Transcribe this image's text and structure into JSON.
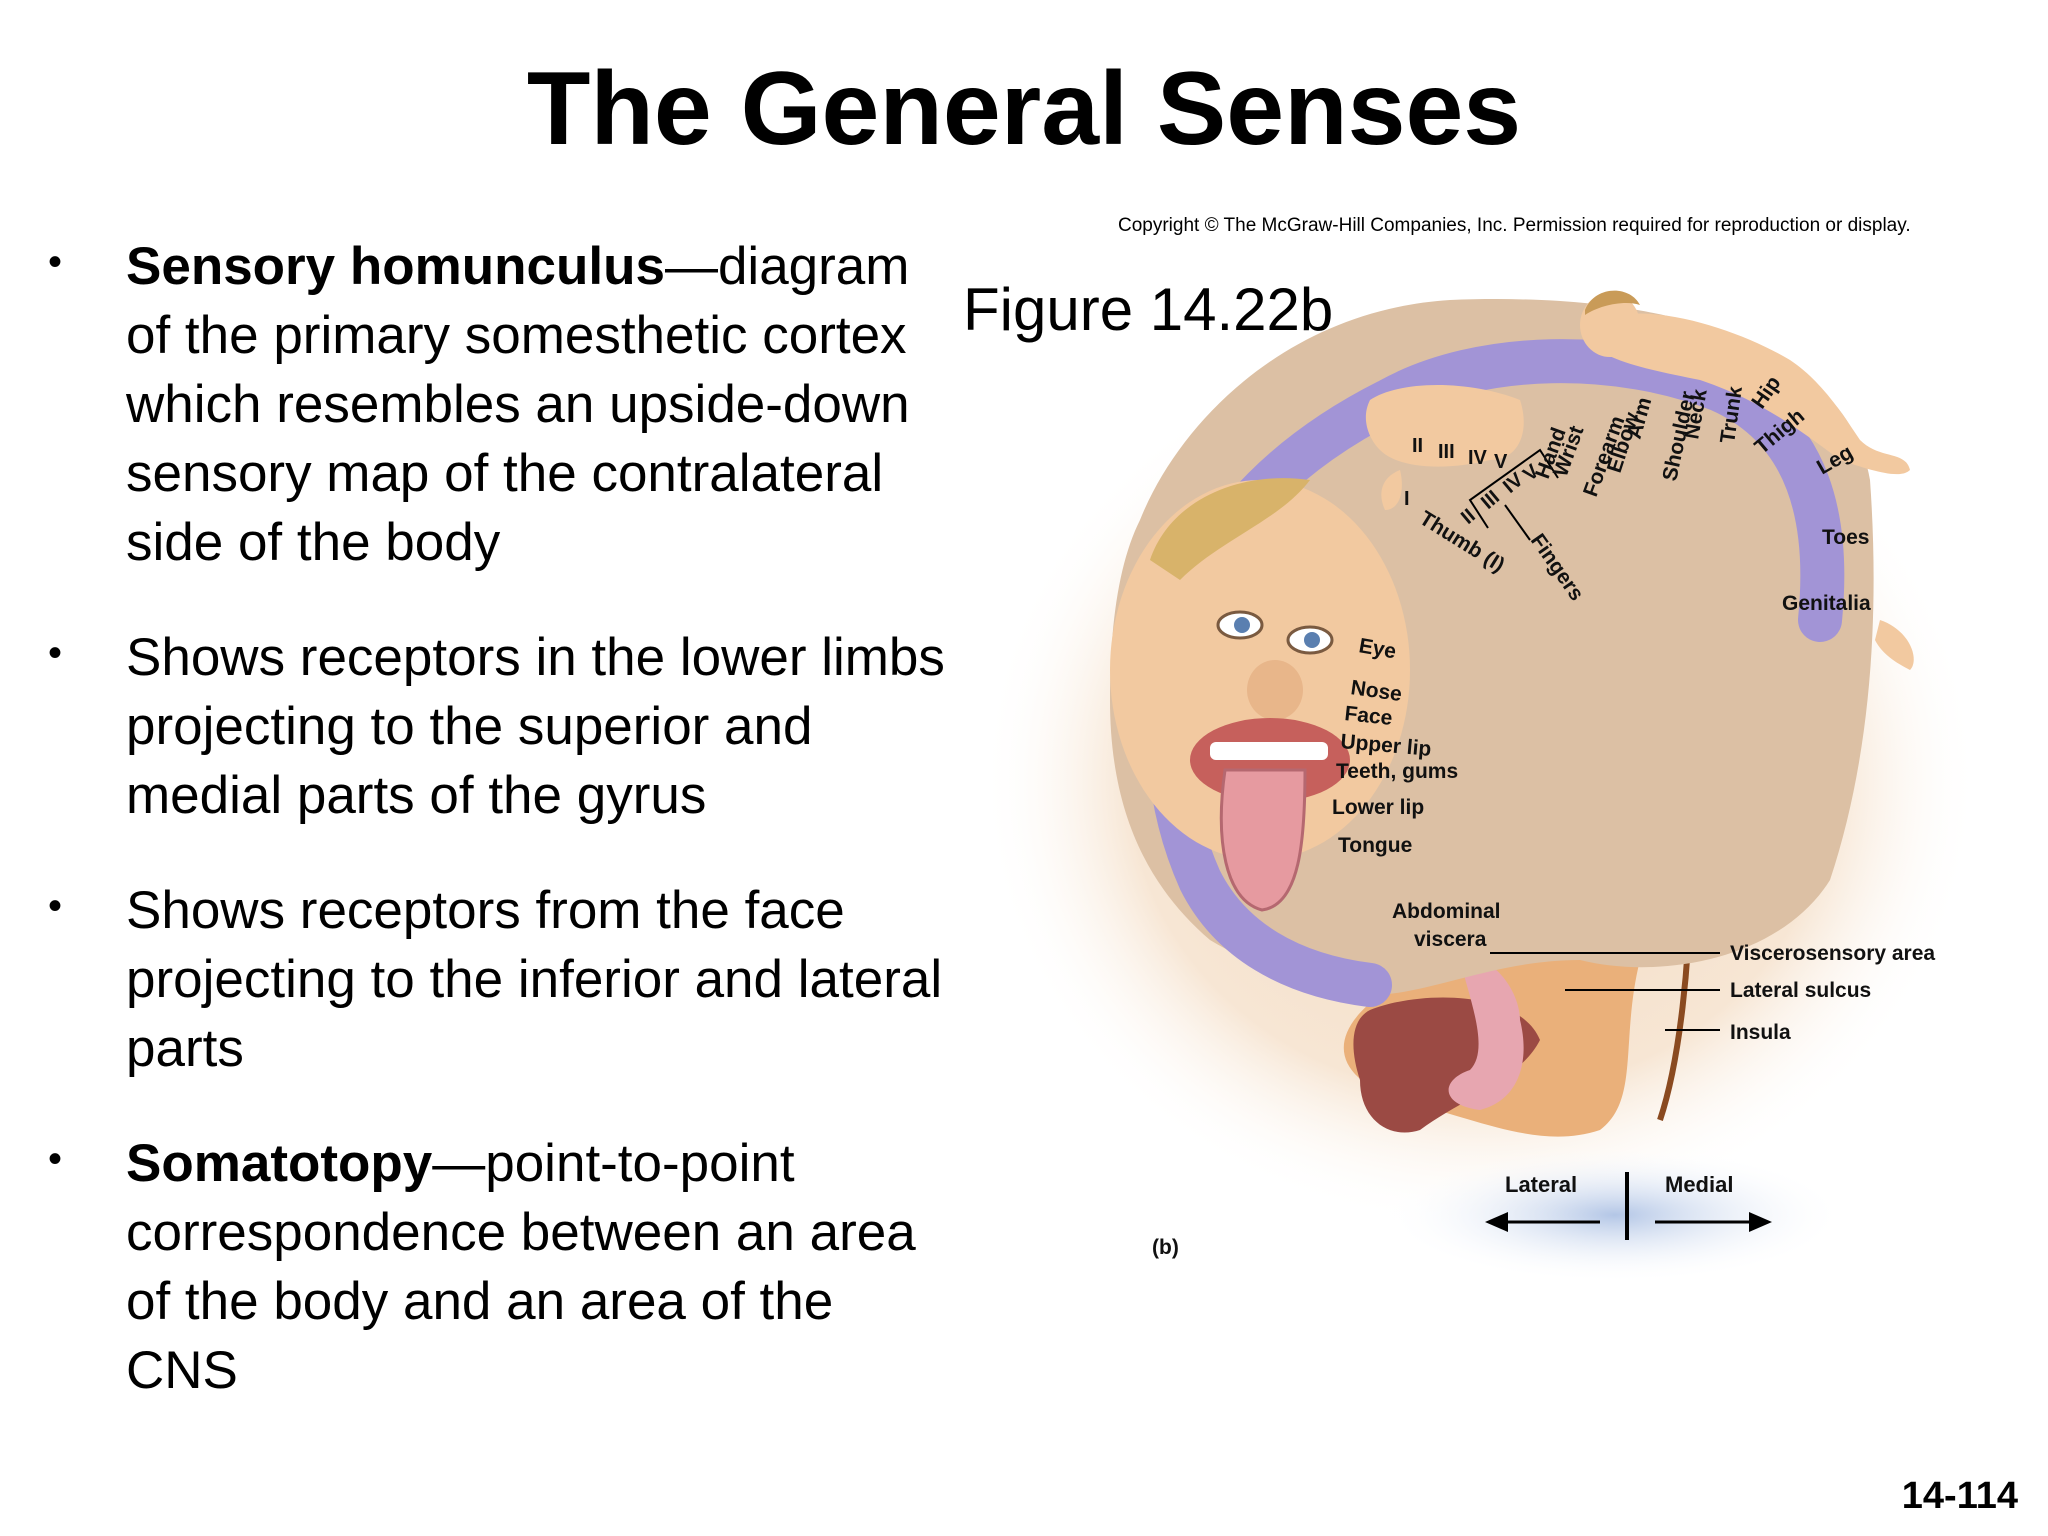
{
  "slide": {
    "title": "The General Senses",
    "bullets": [
      {
        "term": "Sensory homunculus",
        "text": "—diagram of the primary somesthetic cortex which resembles an upside-down sensory map of the contralateral side of the body"
      },
      {
        "term": "",
        "text": "Shows receptors in the lower limbs projecting to the superior and medial parts of the gyrus"
      },
      {
        "term": "",
        "text": "Shows receptors from the face projecting to the inferior and lateral parts"
      },
      {
        "term": "Somatotopy",
        "text": "—point-to-point correspondence between an area of the body and an area of the CNS"
      }
    ],
    "bullet_glyph": "•",
    "slide_number": "14-114"
  },
  "figure": {
    "copyright": "Copyright © The McGraw-Hill Companies, Inc. Permission required for reproduction or display.",
    "figure_label": "Figure 14.22b",
    "panel_label": "(b)",
    "cortex_labels": {
      "finger_digits_top": [
        "II",
        "III",
        "IV",
        "V"
      ],
      "finger_digits_lower": [
        "II",
        "III",
        "IV",
        "V"
      ],
      "thumb_numeral": "I",
      "thumb": "Thumb (I)",
      "fingers": "Fingers",
      "hand": "Hand",
      "wrist": "Wrist",
      "forearm": "Forearm",
      "elbow": "Elbow",
      "arm": "Arm",
      "shoulder": "Shoulder",
      "neck": "Neck",
      "trunk": "Trunk",
      "hip": "Hip",
      "thigh": "Thigh",
      "leg": "Leg",
      "toes": "Toes",
      "genitalia": "Genitalia",
      "eye": "Eye",
      "nose": "Nose",
      "face": "Face",
      "upper_lip": "Upper lip",
      "teeth_gums": "Teeth, gums",
      "lower_lip": "Lower lip",
      "tongue": "Tongue",
      "abdominal": "Abdominal",
      "viscera": "viscera"
    },
    "callouts": {
      "viscerosensory": "Viscerosensory area",
      "lateral_sulcus": "Lateral sulcus",
      "insula": "Insula"
    },
    "axis": {
      "lateral": "Lateral",
      "medial": "Medial"
    },
    "colors": {
      "cortex_fill": "#dcc0a4",
      "gyrus_band": "#a294d6",
      "skin": "#f2c9a0",
      "hair": "#d8b36a",
      "tongue": "#e69aa0",
      "sulcus_tan": "#eab07a",
      "arrow_glow": "#c5d4ec"
    }
  }
}
